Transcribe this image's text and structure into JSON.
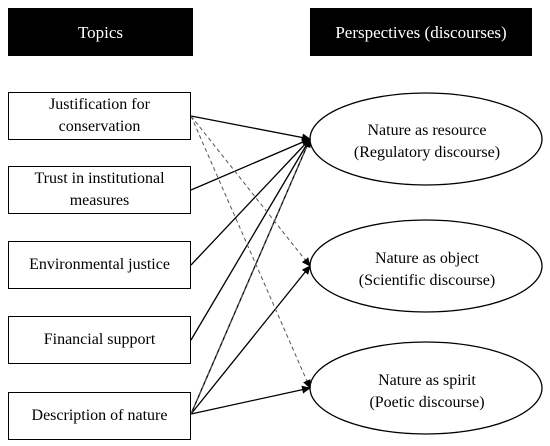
{
  "headers": {
    "topics": "Topics",
    "perspectives": "Perspectives (discourses)"
  },
  "topics": [
    {
      "line1": "Justification for",
      "line2": "conservation"
    },
    {
      "line1": "Trust in institutional",
      "line2": "measures"
    },
    {
      "line1": "Environmental justice",
      "line2": ""
    },
    {
      "line1": "Financial support",
      "line2": ""
    },
    {
      "line1": "Description of nature",
      "line2": ""
    }
  ],
  "perspectives": [
    {
      "line1": "Nature as resource",
      "line2": "(Regulatory discourse)"
    },
    {
      "line1": "Nature as object",
      "line2": "(Scientific discourse)"
    },
    {
      "line1": "Nature as spirit",
      "line2": "(Poetic discourse)"
    }
  ],
  "connections": [
    {
      "from": 1,
      "to": 1,
      "style": "solid"
    },
    {
      "from": 1,
      "to": 2,
      "style": "dashed"
    },
    {
      "from": 1,
      "to": 3,
      "style": "dashed"
    },
    {
      "from": 2,
      "to": 1,
      "style": "solid"
    },
    {
      "from": 3,
      "to": 1,
      "style": "solid"
    },
    {
      "from": 4,
      "to": 1,
      "style": "solid"
    },
    {
      "from": 5,
      "to": 1,
      "style": "solid"
    },
    {
      "from": 5,
      "to": 2,
      "style": "solid"
    },
    {
      "from": 5,
      "to": 3,
      "style": "solid"
    },
    {
      "from": 5,
      "to": 1,
      "style": "dashed"
    }
  ]
}
